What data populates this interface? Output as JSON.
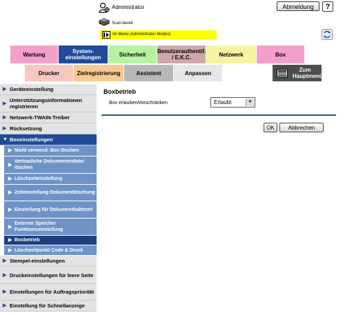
{
  "header": {
    "user": "Administrator",
    "logout_label": "Abmeldung",
    "help_label": "?",
    "status": "Scan-bereit",
    "mode": "Im Menü (Administrator-Modus)"
  },
  "tabs_row1": [
    {
      "label": "Wartung",
      "color": "#f2a0ca",
      "active": false
    },
    {
      "label": "System-\neinstellungen",
      "color": "#1f4b9a",
      "active": true
    },
    {
      "label": "Sicherheit",
      "color": "#b6f2a2",
      "active": false
    },
    {
      "label": "Benutzerauthentif. / E.K.C.",
      "color": "#cfa8a8",
      "active": false
    },
    {
      "label": "Netzwerk",
      "color": "#f6f3a0",
      "active": false
    },
    {
      "label": "Box",
      "color": "#f2a0ca",
      "active": false
    }
  ],
  "tabs_row2": [
    {
      "label": "Drucker",
      "color": "#f7c8c0"
    },
    {
      "label": "Zielregistrierung",
      "color": "#f7ca90"
    },
    {
      "label": "Assistent",
      "color": "#b8b8b8"
    },
    {
      "label": "Anpassen",
      "color": "#e6e6e6"
    },
    {
      "label": "Zum Hauptmenü",
      "color": "#4d4d4d"
    }
  ],
  "sidebar": {
    "items": [
      "Geräteeinstellung",
      "Unterstützungsinformationen registrieren",
      "Netzwerk-TWAIN-Treiber",
      "Rücksetzung",
      "Boxeinstellungen"
    ],
    "subitems": [
      "Nicht verwend. Box löschen",
      "Vertrauliche Dokumentendatei löschen",
      "Löschzeiteinstellung",
      "Zeiteinstellung Dokumentlöschung",
      "Einstellung für Dokumenthaltezeit",
      "Externer Speicher Funktionseinstellung",
      "Boxbetrieb",
      "Löschzeitpunkt Code & Druck"
    ],
    "items_after": [
      "Stempel-einstellungen",
      "Druckeinstellungen für leere Seite",
      "Einstellungen für Auftragspriorität",
      "Einstellung für Schnellanzeige"
    ]
  },
  "content": {
    "title": "Boxbetrieb",
    "row_label": "Box erlauben/einschränken",
    "select_value": "Erlaubt",
    "ok_label": "OK",
    "cancel_label": "Abbrechen"
  },
  "colors": {
    "accent_blue": "#1f4b9a",
    "sub_blue": "#6e93c8",
    "mode_yellow": "#ffff00"
  },
  "icons": {
    "admin": "admin-user-icon",
    "scanner": "scanner-icon",
    "mode": "admin-mode-icon",
    "refresh": "refresh-icon",
    "main_menu": "main-menu-icon"
  }
}
